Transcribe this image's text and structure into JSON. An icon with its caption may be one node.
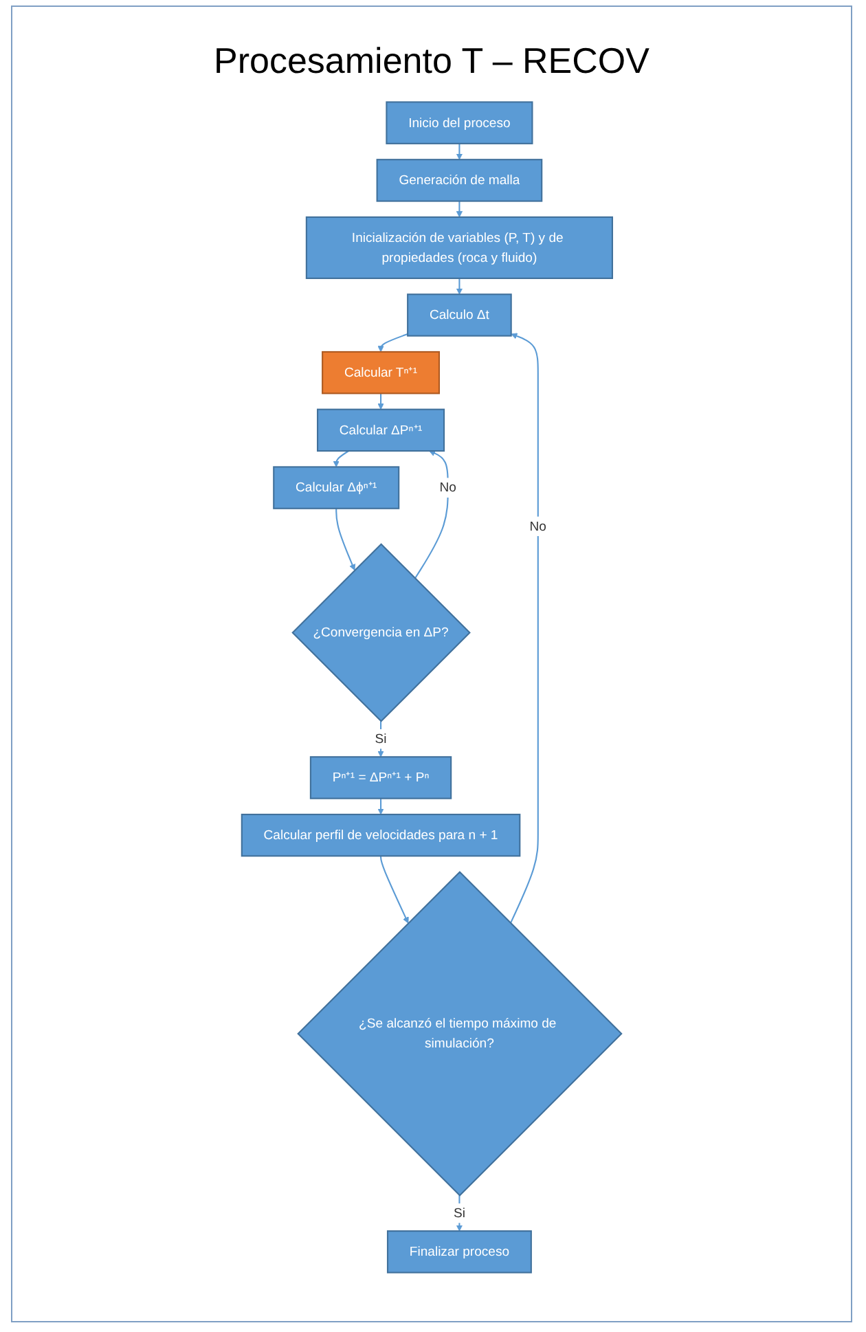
{
  "diagram": {
    "title": "Procesamiento T – RECOV",
    "nodes": [
      {
        "text": [
          "Inicio del proceso"
        ]
      },
      {
        "text": [
          "Generación de malla"
        ]
      },
      {
        "text": [
          "Inicialización de variables (P, T) y de propiedades (roca y fluido)"
        ]
      },
      {
        "text": [
          "Calculo Δt"
        ]
      },
      {
        "text": [
          "Calcular Tⁿ⁺¹"
        ]
      },
      {
        "text": [
          "Calcular ΔPⁿ⁺¹"
        ]
      },
      {
        "text": [
          "Calcular Δϕⁿ⁺¹"
        ]
      },
      {
        "text": [
          "¿Convergencia en ΔP?"
        ]
      },
      {
        "text": [
          "Pⁿ⁺¹ = ΔPⁿ⁺¹ + Pⁿ"
        ]
      },
      {
        "text": [
          "Calcular perfil de velocidades para n + 1"
        ]
      },
      {
        "text": [
          "¿Se alcanzó el tiempo máximo de simulación?"
        ]
      },
      {
        "text": [
          "Finalizar proceso"
        ]
      }
    ],
    "edges": [
      {
        "from": 0,
        "to": 1,
        "arrow": "to"
      },
      {
        "from": 1,
        "to": 2,
        "arrow": "to"
      },
      {
        "from": 2,
        "to": 3,
        "arrow": "to"
      },
      {
        "from": 3,
        "to": 4,
        "arrow": "to"
      },
      {
        "from": 4,
        "to": 5,
        "arrow": "to"
      },
      {
        "from": 5,
        "to": 6,
        "arrow": "to"
      },
      {
        "from": 6,
        "to": 7,
        "arrow": "to"
      },
      {
        "from": 7,
        "to": 8,
        "arrow": "to",
        "label": "Si"
      },
      {
        "from": 7,
        "to": 5,
        "arrow": "to",
        "label": "No"
      },
      {
        "from": 8,
        "to": 9,
        "arrow": "to"
      },
      {
        "from": 9,
        "to": 10,
        "arrow": "to"
      },
      {
        "from": 10,
        "to": 11,
        "arrow": "to",
        "label": "Si"
      },
      {
        "from": 10,
        "to": 3,
        "arrow": "to",
        "label": "No"
      }
    ]
  }
}
